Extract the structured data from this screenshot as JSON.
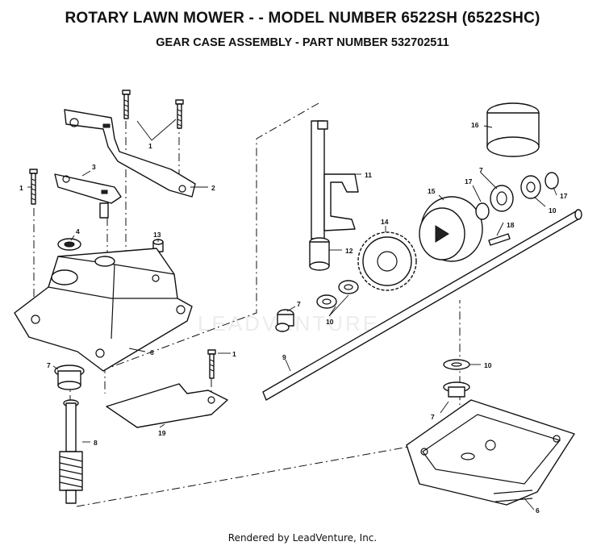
{
  "header": {
    "title": "ROTARY LAWN MOWER - - MODEL NUMBER 6522SH (6522SHC)",
    "subtitle": "GEAR CASE ASSEMBLY - PART NUMBER 532702511"
  },
  "watermark": "LEADVENTURE",
  "footer": "Rendered by LeadVenture, Inc.",
  "callouts": {
    "c1_top": "1",
    "c1_left": "1",
    "c1_mid": "1",
    "c2": "2",
    "c3": "3",
    "c4": "4",
    "c6_left": "6",
    "c6_right": "6",
    "c7_left": "7",
    "c7_mid": "7",
    "c7_right": "7",
    "c7_low": "7",
    "c8": "8",
    "c9": "9",
    "c10_a": "10",
    "c10_b": "10",
    "c10_c": "10",
    "c11": "11",
    "c12": "12",
    "c13": "13",
    "c14": "14",
    "c15": "15",
    "c16": "16",
    "c17_a": "17",
    "c17_b": "17",
    "c18": "18",
    "c19": "19"
  }
}
